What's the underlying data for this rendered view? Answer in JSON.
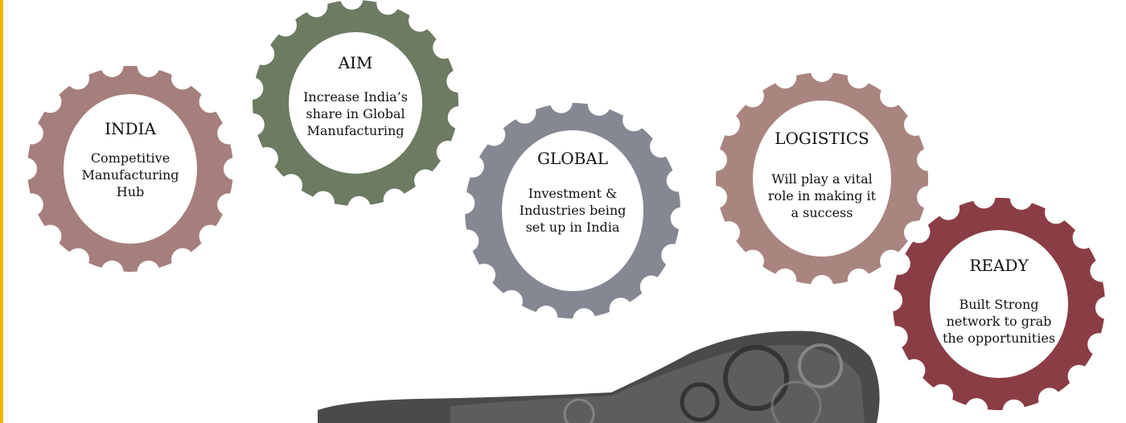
{
  "gears": [
    {
      "id": "india",
      "title": "INDIA",
      "text": [
        "Competitive",
        "Manufacturing",
        "Hub"
      ],
      "color": "#a57f7b"
    },
    {
      "id": "aim",
      "title": "AIM",
      "text": [
        "Increase India’s",
        "share in Global",
        "Manufacturing"
      ],
      "color": "#6c7b62"
    },
    {
      "id": "global",
      "title": "GLOBAL",
      "text": [
        "Investment &",
        "Industries being",
        "set up in India"
      ],
      "color": "#858893"
    },
    {
      "id": "logistics",
      "title": "LOGISTICS",
      "text": [
        "Will play a vital",
        "role in making it",
        "a success"
      ],
      "color": "#a98580"
    },
    {
      "id": "ready",
      "title": "READY",
      "text": [
        "Built Strong",
        "network to grab",
        "the opportunities"
      ],
      "color": "#8a3d45"
    }
  ],
  "colors": {
    "accent_bar": "#f0b400",
    "photo_dark": "#3a3a3a",
    "photo_mid": "#6b6b6b"
  },
  "decor_image": "gears-photo"
}
